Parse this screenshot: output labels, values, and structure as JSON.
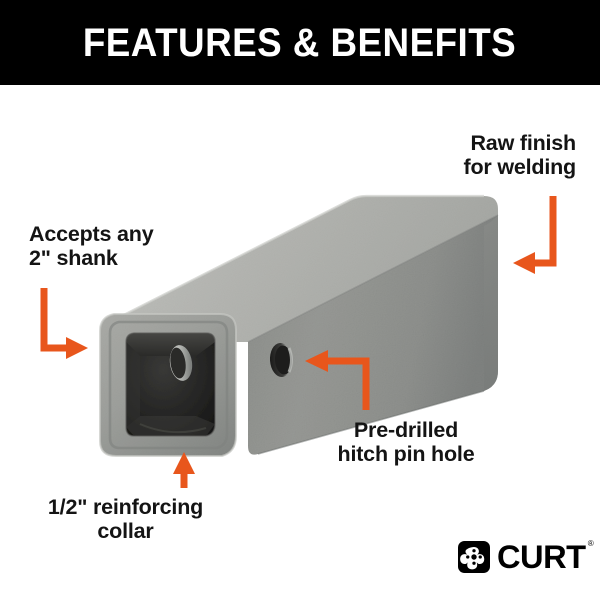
{
  "header": {
    "title": "FEATURES & BENEFITS",
    "background": "#000000",
    "text_color": "#ffffff"
  },
  "theme": {
    "accent": "#E8561C",
    "text": "#141414",
    "background": "#ffffff",
    "steel_light": "#b9bab6",
    "steel_mid": "#9a9b97",
    "steel_dark": "#6f7170",
    "steel_interior": "#2b2b2b"
  },
  "callouts": [
    {
      "id": "raw-finish",
      "text": "Raw finish\nfor welding",
      "align": "right",
      "arrow": "elbow-down-left"
    },
    {
      "id": "accepts-shank",
      "text": "Accepts any\n2\" shank",
      "align": "left",
      "arrow": "elbow-down-right"
    },
    {
      "id": "pin-hole",
      "text": "Pre-drilled\nhitch pin hole",
      "align": "center",
      "arrow": "elbow-up-left"
    },
    {
      "id": "reinforcing-collar",
      "text": "1/2\" reinforcing\ncollar",
      "align": "center",
      "arrow": "straight-up"
    }
  ],
  "product": {
    "name": "raw steel receiver tube",
    "finish": "raw uncoated steel"
  },
  "logo": {
    "wordmark": "CURT",
    "trademark": "®",
    "mark_name": "curt-pinwheel-mark"
  }
}
